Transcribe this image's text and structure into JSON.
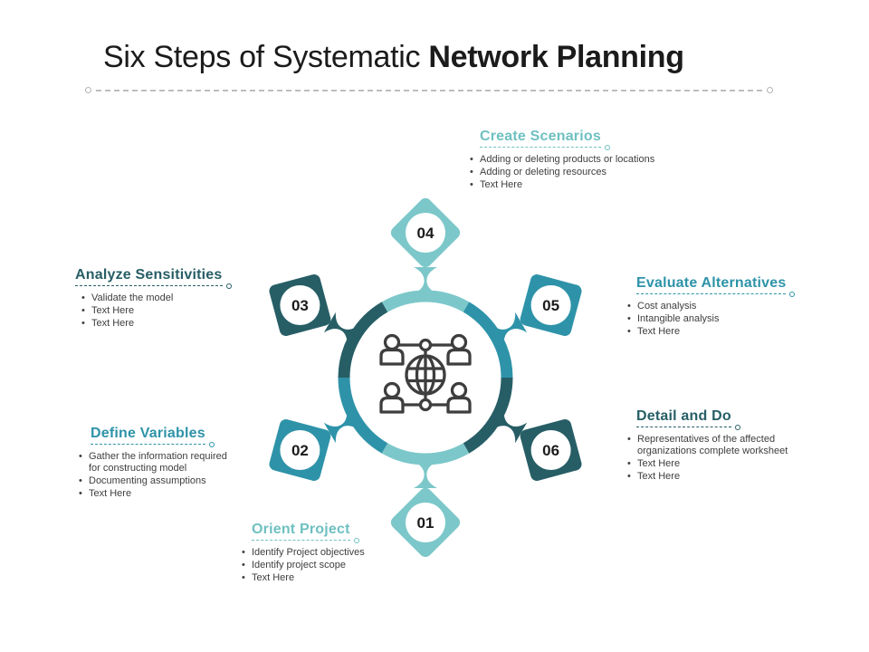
{
  "title": {
    "regular": "Six Steps of Systematic ",
    "bold": "Network Planning"
  },
  "palette": {
    "light_teal": "#7cc7c9",
    "medium_teal": "#2e93a9",
    "dark_teal": "#275e66",
    "body_text": "#3e3e3e",
    "title_text": "#1b1b1b"
  },
  "center": {
    "icon": "network-people-globe-icon"
  },
  "steps": [
    {
      "id": "01",
      "label": "Orient Project",
      "tone": "light",
      "bullets": [
        "Identify Project objectives",
        "Identify project scope",
        "Text Here"
      ]
    },
    {
      "id": "02",
      "label": "Define Variables",
      "tone": "medium",
      "bullets": [
        "Gather the information required for constructing model",
        "Documenting assumptions",
        "Text Here"
      ]
    },
    {
      "id": "03",
      "label": "Analyze Sensitivities",
      "tone": "dark",
      "bullets": [
        "Validate the model",
        "Text Here",
        "Text Here"
      ]
    },
    {
      "id": "04",
      "label": "Create Scenarios",
      "tone": "light",
      "bullets": [
        "Adding or deleting products or locations",
        "Adding or deleting resources",
        "Text Here"
      ]
    },
    {
      "id": "05",
      "label": "Evaluate Alternatives",
      "tone": "medium",
      "bullets": [
        "Cost analysis",
        "Intangible analysis",
        "Text Here"
      ]
    },
    {
      "id": "06",
      "label": "Detail and Do",
      "tone": "dark",
      "bullets": [
        "Representatives of the affected organizations complete worksheet",
        "Text Here",
        "Text Here"
      ]
    }
  ]
}
